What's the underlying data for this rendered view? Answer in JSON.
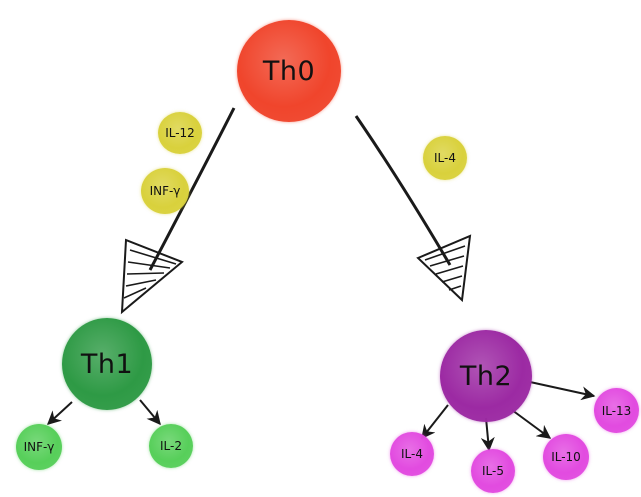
{
  "colors": {
    "th0": "#f0452c",
    "th1": "#2e9a45",
    "th2": "#9c2aa3",
    "cytokine_in": "#d9d13c",
    "th1_out": "#57cf5a",
    "th2_out": "#e24be0",
    "arrow": "#1a1a1a"
  },
  "nodes": {
    "th0": {
      "label": "Th0"
    },
    "th1": {
      "label": "Th1"
    },
    "th2": {
      "label": "Th2"
    }
  },
  "inducers": {
    "il12": {
      "label": "IL-12"
    },
    "infg": {
      "label": "INF-γ"
    },
    "il4": {
      "label": "IL-4"
    }
  },
  "th1_products": {
    "infg": {
      "label": "INF-γ"
    },
    "il2": {
      "label": "IL-2"
    }
  },
  "th2_products": {
    "il4": {
      "label": "IL-4"
    },
    "il5": {
      "label": "IL-5"
    },
    "il10": {
      "label": "IL-10"
    },
    "il13": {
      "label": "IL-13"
    }
  }
}
